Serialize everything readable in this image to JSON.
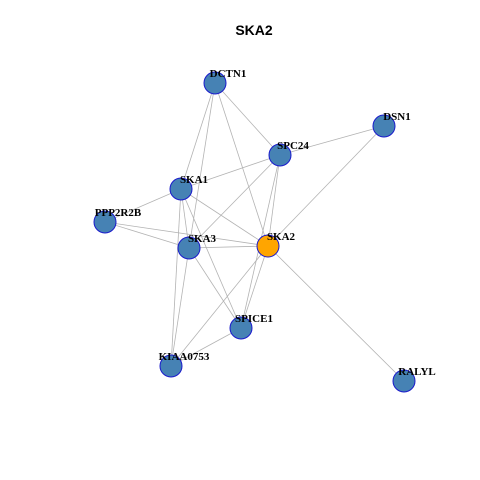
{
  "title": "SKA2",
  "colors": {
    "node_fill": "#4682b4",
    "center_fill": "#ffa500",
    "node_stroke": "#1a1acc",
    "edge": "#b3b3b3"
  },
  "nodes": [
    {
      "id": "DCTN1",
      "label": "DCTN1",
      "center": false
    },
    {
      "id": "DSN1",
      "label": "DSN1",
      "center": false
    },
    {
      "id": "SPC24",
      "label": "SPC24",
      "center": false
    },
    {
      "id": "SKA1",
      "label": "SKA1",
      "center": false
    },
    {
      "id": "PPP2R2B",
      "label": "PPP2R2B",
      "center": false
    },
    {
      "id": "SKA3",
      "label": "SKA3",
      "center": false
    },
    {
      "id": "SKA2",
      "label": "SKA2",
      "center": true
    },
    {
      "id": "SPICE1",
      "label": "SPICE1",
      "center": false
    },
    {
      "id": "KIAA0753",
      "label": "KIAA0753",
      "center": false
    },
    {
      "id": "RALYL",
      "label": "RALYL",
      "center": false
    }
  ],
  "edges": [
    [
      "DCTN1",
      "SPC24"
    ],
    [
      "DCTN1",
      "SKA1"
    ],
    [
      "DCTN1",
      "SKA3"
    ],
    [
      "DCTN1",
      "SKA2"
    ],
    [
      "DSN1",
      "SPC24"
    ],
    [
      "DSN1",
      "SKA2"
    ],
    [
      "SPC24",
      "SKA1"
    ],
    [
      "SPC24",
      "SKA3"
    ],
    [
      "SPC24",
      "SKA2"
    ],
    [
      "SPC24",
      "SPICE1"
    ],
    [
      "SKA1",
      "PPP2R2B"
    ],
    [
      "SKA1",
      "SKA3"
    ],
    [
      "SKA1",
      "SKA2"
    ],
    [
      "SKA1",
      "SPICE1"
    ],
    [
      "SKA1",
      "KIAA0753"
    ],
    [
      "PPP2R2B",
      "SKA3"
    ],
    [
      "PPP2R2B",
      "SKA2"
    ],
    [
      "SKA3",
      "SKA2"
    ],
    [
      "SKA3",
      "SPICE1"
    ],
    [
      "SKA3",
      "KIAA0753"
    ],
    [
      "SKA2",
      "SPICE1"
    ],
    [
      "SKA2",
      "KIAA0753"
    ],
    [
      "SKA2",
      "RALYL"
    ],
    [
      "SPICE1",
      "KIAA0753"
    ]
  ]
}
